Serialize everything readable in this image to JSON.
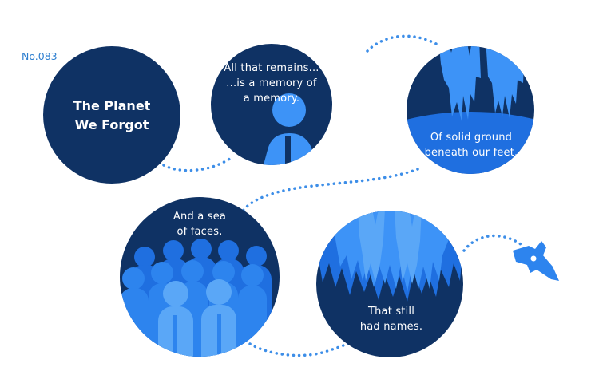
{
  "issue_number": "No.083",
  "title": {
    "line1": "The Planet",
    "line2": "We Forgot"
  },
  "panels": [
    {
      "lines": [
        "All that remains...",
        "...is a memory of",
        "a memory."
      ]
    },
    {
      "lines": [
        "Of solid ground",
        "beneath our feet."
      ]
    },
    {
      "lines": [
        "And a sea",
        "of faces."
      ]
    },
    {
      "lines": [
        "That still",
        "had names."
      ]
    }
  ],
  "icons": [
    "person-figure",
    "hanging-figures",
    "crowd-of-people",
    "silhouette-group",
    "rocket-icon"
  ],
  "colors": {
    "navy": "#0f3264",
    "blue": "#2d84ee",
    "light_blue": "#5aa7f7",
    "accent_text": "#2e7fd0",
    "dots": "#3d8ee8"
  }
}
